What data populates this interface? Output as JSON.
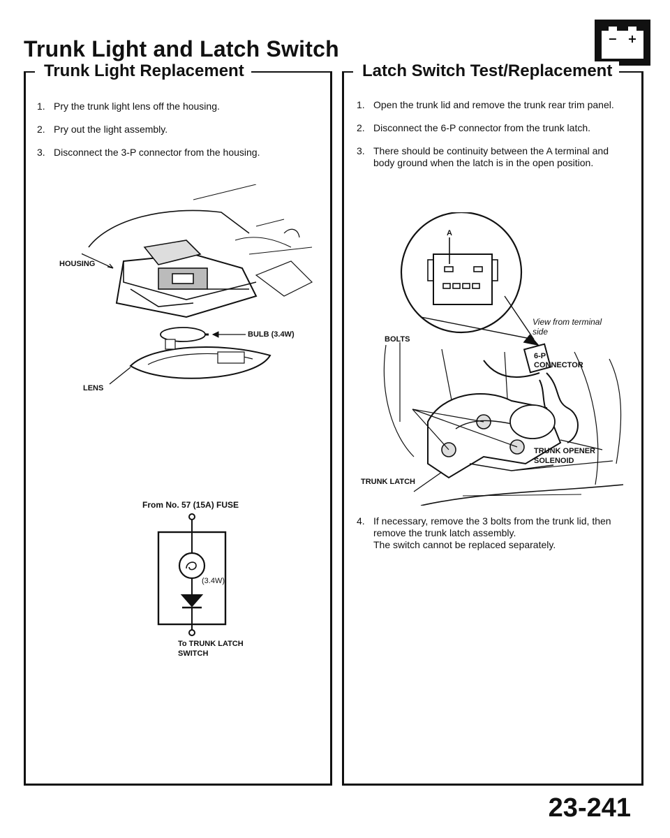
{
  "page_title": "Trunk Light and Latch Switch",
  "left_section": {
    "title": "Trunk Light Replacement",
    "steps": [
      {
        "num": "1.",
        "text": "Pry the trunk light lens off the housing."
      },
      {
        "num": "2.",
        "text": "Pry out the light assembly."
      },
      {
        "num": "3.",
        "text": "Disconnect the 3-P connector from the housing."
      }
    ],
    "figure_labels": {
      "housing": "HOUSING",
      "bulb": "BULB (3.4W)",
      "lens": "LENS"
    },
    "circuit": {
      "top_label": "From No. 57 (15A) FUSE",
      "bulb_rating": "(3.4W)",
      "bottom_label_line1": "To TRUNK LATCH",
      "bottom_label_line2": "SWITCH"
    }
  },
  "right_section": {
    "title": "Latch Switch Test/Replacement",
    "steps": [
      {
        "num": "1.",
        "text": "Open the trunk lid and remove the trunk rear trim panel."
      },
      {
        "num": "2.",
        "text": "Disconnect the 6-P connector from the trunk latch."
      },
      {
        "num": "3.",
        "text": "There should be continuity between the A terminal and body ground when the latch is in the open position."
      }
    ],
    "figure_labels": {
      "terminal_a": "A",
      "view_from_line1": "View from terminal",
      "view_from_line2": "side",
      "bolts": "BOLTS",
      "connector_line1": "6-P",
      "connector_line2": "CONNECTOR",
      "solenoid_line1": "TRUNK OPENER",
      "solenoid_line2": "SOLENOID",
      "trunk_latch": "TRUNK LATCH"
    },
    "step4": {
      "num": "4.",
      "text": "If necessary, remove the 3 bolts from the trunk lid, then remove the trunk latch assembly.",
      "text2": "The switch cannot be replaced separately."
    }
  },
  "battery_icon": {
    "minus": "−",
    "plus": "+"
  },
  "page_number": "23-241"
}
